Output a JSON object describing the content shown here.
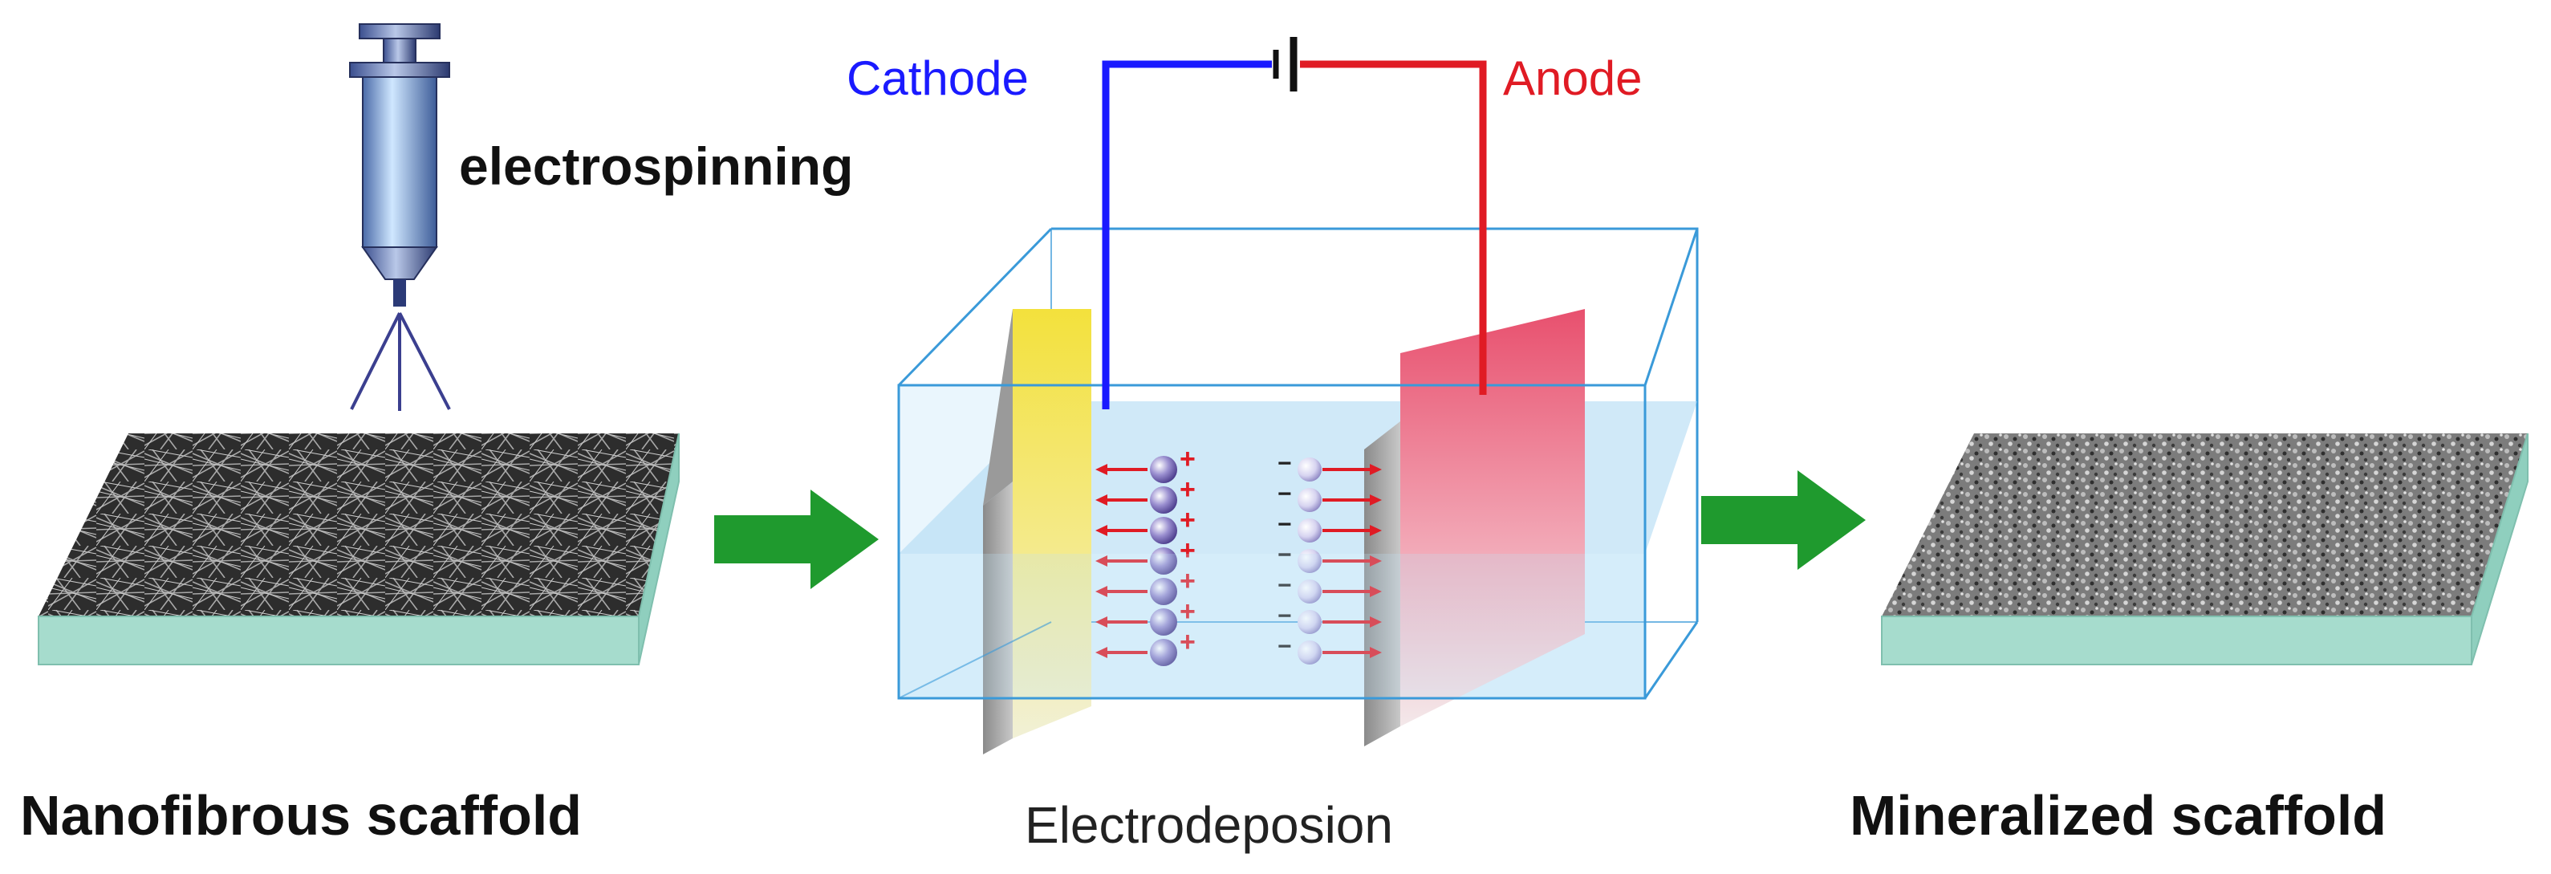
{
  "labels": {
    "cathode": "Cathode",
    "anode": "Anode",
    "electrospinning": "electrospinning",
    "left_caption": "Nanofibrous  scaffold",
    "center_caption": "Electrodeposion",
    "right_caption": "Mineralized scaffold"
  },
  "ion_signs": {
    "positive": "+",
    "negative": "−"
  },
  "colors": {
    "cathode_wire": "#1a1aff",
    "anode_wire": "#e01b24",
    "arrow_green": "#1f9a2e",
    "tank_edge": "#3a9ad9",
    "electrolyte": "#bfe3f7",
    "cathode_plate": "#f2e25a",
    "anode_plate": "#e85a78",
    "scaffold_side": "#a6dccd"
  },
  "icons": [
    "syringe-icon",
    "battery-icon",
    "cation-icon",
    "anion-icon",
    "process-arrow-icon"
  ]
}
